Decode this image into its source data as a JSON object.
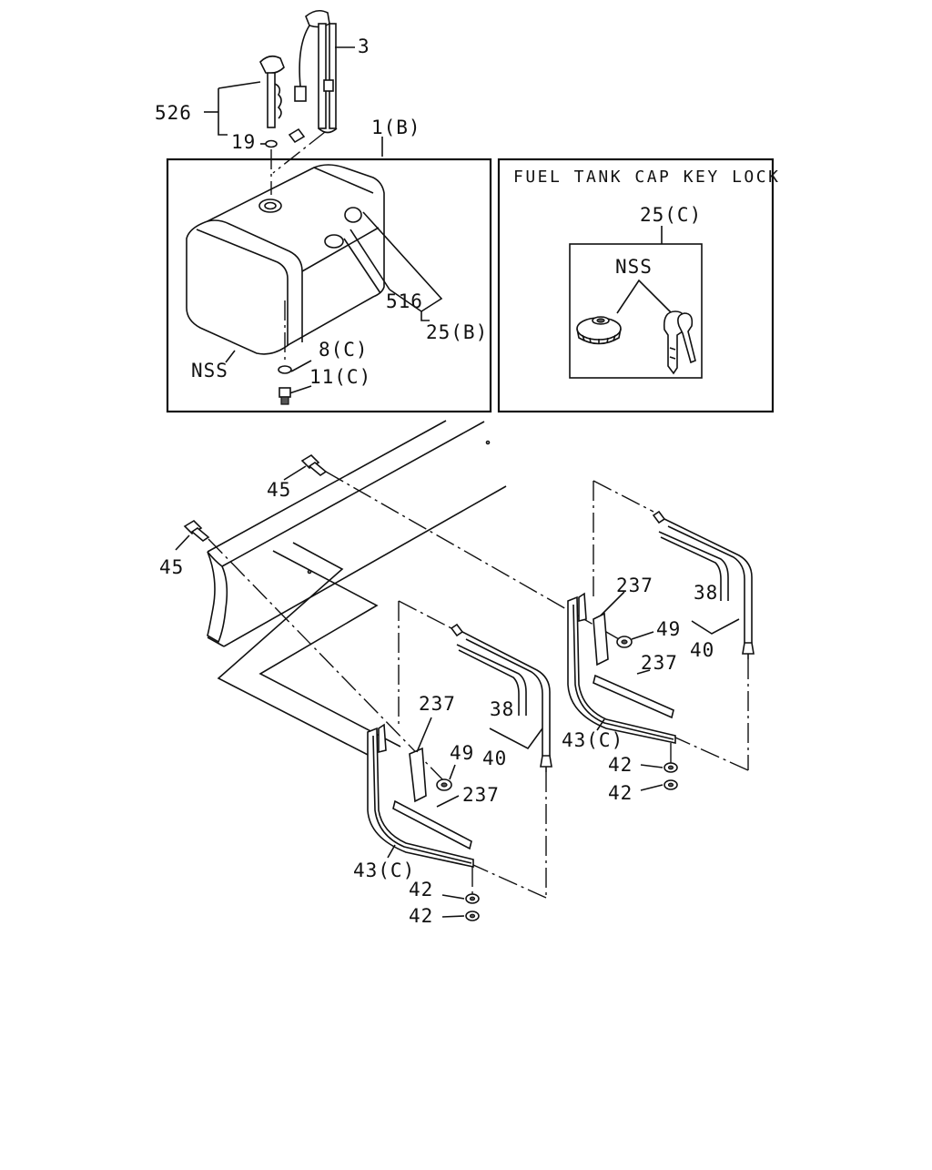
{
  "panel_title": "FUEL TANK CAP KEY LOCK",
  "callouts": {
    "c3": "3",
    "c526": "526",
    "c19": "19",
    "c1b": "1(B)",
    "c516": "516",
    "c25b": "25(B)",
    "cnss_tank": "NSS",
    "c8c": "8(C)",
    "c11c": "11(C)",
    "c25c": "25(C)",
    "cnss_cap": "NSS",
    "c45a": "45",
    "c45b": "45",
    "c237_r1": "237",
    "c38_r": "38",
    "c49_r": "49",
    "c40_r": "40",
    "c237_r2": "237",
    "c43c_r": "43(C)",
    "c42_r1": "42",
    "c42_r2": "42",
    "c237_l1": "237",
    "c38_l": "38",
    "c49_l": "49",
    "c40_l": "40",
    "c237_l2": "237",
    "c43c_l": "43(C)",
    "c42_l1": "42",
    "c42_l2": "42"
  },
  "colors": {
    "line": "#111111",
    "background": "#ffffff"
  },
  "icons": [
    "fuel-sender-icon",
    "tank-unit-icon",
    "fuel-tank-icon",
    "fuel-cap-icon",
    "key-icon",
    "bolt-icon",
    "nut-icon",
    "tank-band-icon",
    "bracket-icon",
    "frame-rail-icon"
  ]
}
